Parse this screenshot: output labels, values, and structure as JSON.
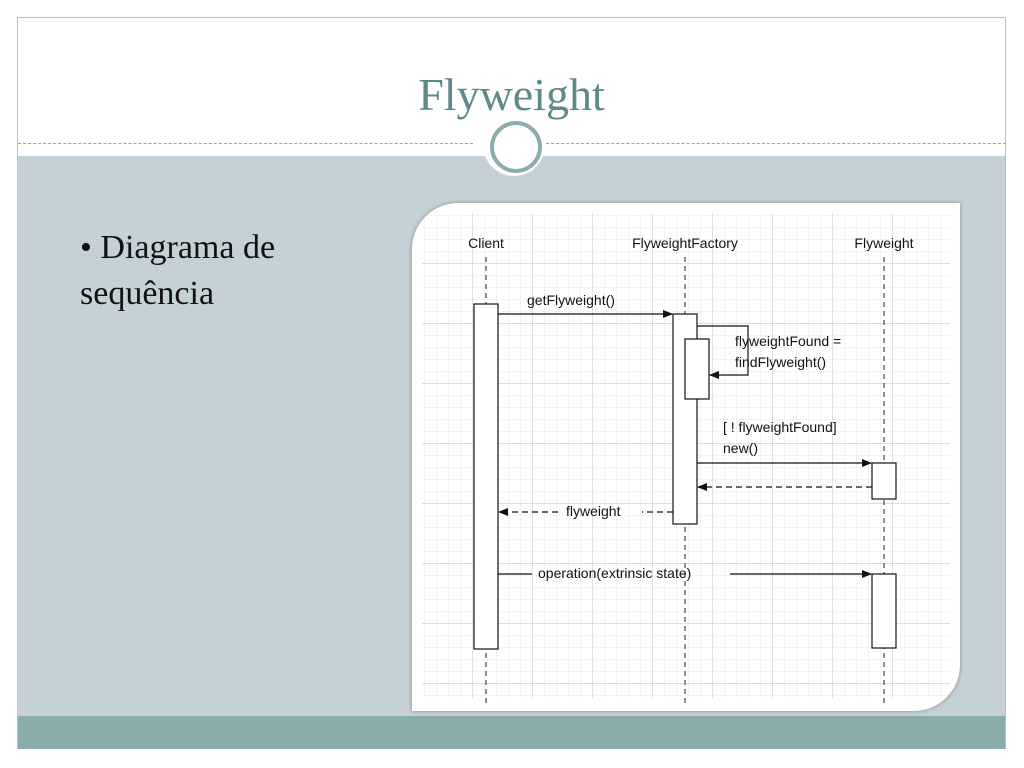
{
  "slide": {
    "title": "Flyweight",
    "bullet_text": "• Diagrama de sequência"
  },
  "diagram": {
    "participants": [
      "Client",
      "FlyweightFactory",
      "Flyweight"
    ],
    "messages": {
      "get": "getFlyweight()",
      "found_1": "flyweightFound =",
      "found_2": "findFlyweight()",
      "guard": "[ ! flyweightFound]",
      "new": "new()",
      "return": "flyweight",
      "operation": "operation(extrinsic state)"
    }
  },
  "colors": {
    "title": "#5b8a88",
    "content_bg": "#c4d2d7",
    "footer_bar": "#8aacaa"
  }
}
